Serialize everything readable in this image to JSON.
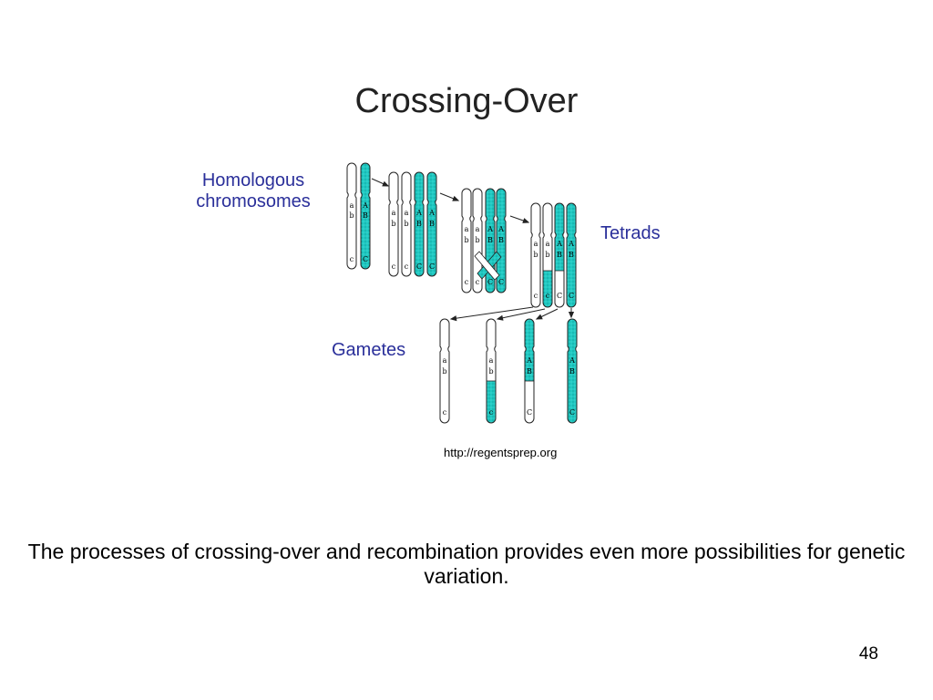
{
  "slide": {
    "title": "Crossing-Over",
    "page_number": "48"
  },
  "diagram": {
    "labels": {
      "homologous": "Homologous chromosomes",
      "tetrads": "Tetrads",
      "gametes": "Gametes"
    },
    "source": "http://regentsprep.org",
    "alleles": {
      "recessive": [
        "a",
        "b",
        "c"
      ],
      "dominant": [
        "A",
        "B",
        "C"
      ]
    },
    "colors": {
      "maternal": "#ffffff",
      "paternal": "#1fc9c2",
      "outline": "#222222",
      "label_blue": "#2a2f9a"
    }
  },
  "caption": "The processes of crossing-over and recombination provides even more possibilities for genetic variation."
}
